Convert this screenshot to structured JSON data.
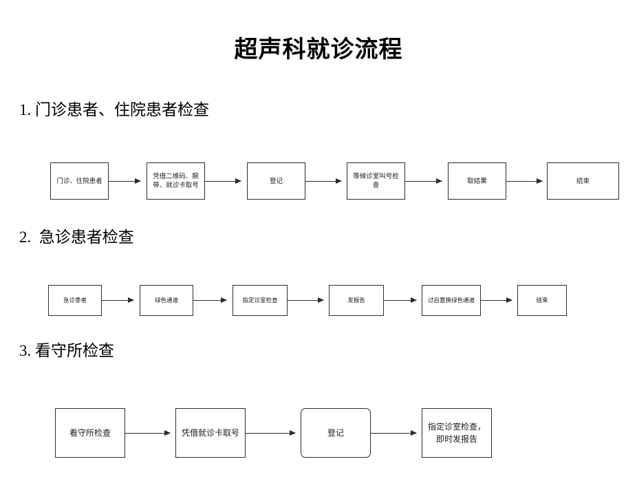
{
  "title": "超声科就诊流程",
  "sections": [
    {
      "heading": "1. 门诊患者、住院患者检查",
      "nodes": [
        "门诊、住院患者",
        "凭借二维码、腕带、就诊卡取号",
        "登记",
        "等候诊室叫号检查",
        "取结果",
        "结束"
      ]
    },
    {
      "heading": "2.  急诊患者检查",
      "nodes": [
        "急诊患者",
        "绿色通道",
        "指定诊室检查",
        "发报告",
        "过后置换绿色通道",
        "结束"
      ]
    },
    {
      "heading": "3. 看守所检查",
      "nodes": [
        "看守所检查",
        "凭借就诊卡取号",
        "登记",
        "指定诊室检查，即时发报告"
      ]
    }
  ],
  "colors": {
    "background": "#ffffff",
    "node_border": "#2b2b2b",
    "text": "#000000"
  }
}
